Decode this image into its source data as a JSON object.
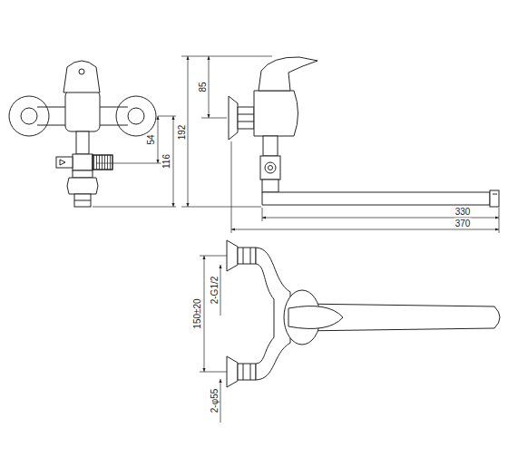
{
  "diagram": {
    "labels": [
      "85",
      "192",
      "54",
      "116",
      "330",
      "370",
      "2-G1/2",
      "150±20",
      "2-φ55"
    ]
  }
}
